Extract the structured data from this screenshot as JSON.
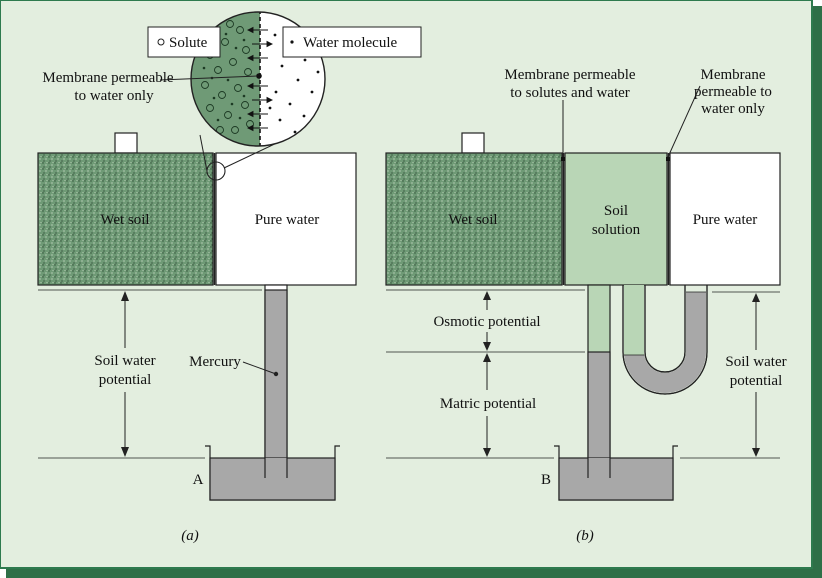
{
  "colors": {
    "frame_bg": "#e3eedf",
    "frame_border": "#2e7a4e",
    "frame_shadow": "#2e6f47",
    "soil": "#6f9a76",
    "soil_solution": "#b9d6b6",
    "mercury": "#a8a8a8",
    "stroke": "#222222"
  },
  "legend": {
    "solute": "Solute",
    "water_molecule": "Water molecule"
  },
  "panel_a": {
    "membrane_label_line1": "Membrane permeable",
    "membrane_label_line2": "to water only",
    "wet_soil": "Wet soil",
    "pure_water": "Pure water",
    "soil_water_potential_line1": "Soil water",
    "soil_water_potential_line2": "potential",
    "mercury": "Mercury",
    "letter": "A",
    "caption": "(a)"
  },
  "panel_b": {
    "membrane_solutes_line1": "Membrane permeable",
    "membrane_solutes_line2": "to solutes and water",
    "membrane_water_line1": "Membrane",
    "membrane_water_line2": "permeable to",
    "membrane_water_line3": "water only",
    "wet_soil": "Wet soil",
    "soil_solution_line1": "Soil",
    "soil_solution_line2": "solution",
    "pure_water": "Pure water",
    "osmotic_potential": "Osmotic potential",
    "matric_potential": "Matric potential",
    "soil_water_potential_line1": "Soil water",
    "soil_water_potential_line2": "potential",
    "letter": "B",
    "caption": "(b)"
  }
}
